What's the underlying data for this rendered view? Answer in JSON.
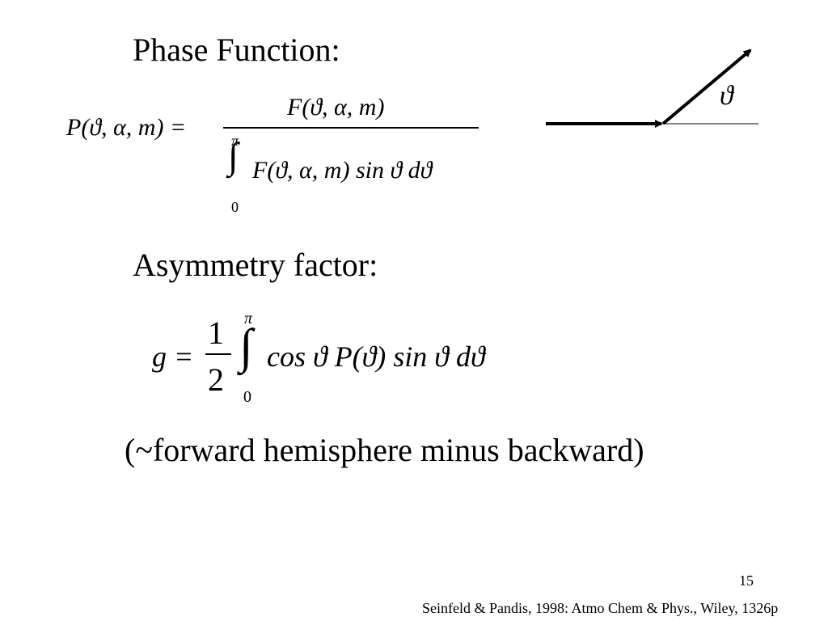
{
  "heading_phase": "Phase Function:",
  "phase_equation": {
    "lhs": "P(ϑ, α, m) =",
    "numerator": "F(ϑ, α, m)",
    "integral_upper": "π",
    "integral_lower": "0",
    "denominator": "F(ϑ, α, m) sin ϑ dϑ"
  },
  "diagram": {
    "angle_label": "ϑ"
  },
  "heading_asymmetry": "Asymmetry factor:",
  "asymmetry_equation": {
    "lhs": "g =",
    "frac_num": "1",
    "frac_den": "2",
    "integral_upper": "π",
    "integral_lower": "0",
    "rhs": "cos ϑ  P(ϑ) sin ϑ dϑ"
  },
  "note": "(~forward hemisphere minus backward)",
  "page_number": "15",
  "citation": "Seinfeld & Pandis, 1998: Atmo Chem & Phys., Wiley, 1326p"
}
